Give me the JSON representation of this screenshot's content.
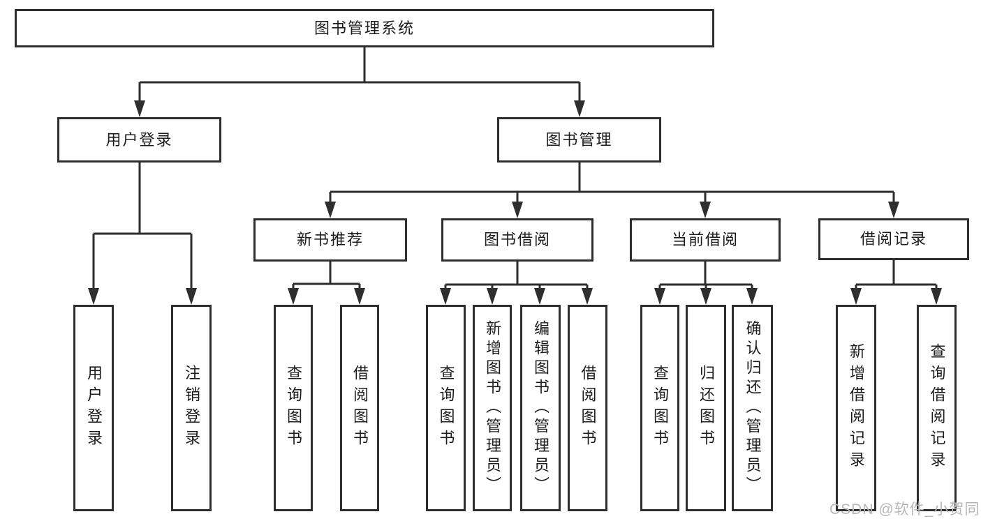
{
  "diagram": {
    "title": "图书管理系统",
    "watermark": "CSDN @软件_小贺同学",
    "colors": {
      "line": "#2e2e2e",
      "text": "#1c1c1c",
      "watermark": "#b7b7b7",
      "background": "#ffffff"
    }
  },
  "nodes": {
    "root": {
      "label": "图书管理系统"
    },
    "user_login": {
      "label": "用户登录"
    },
    "book_management": {
      "label": "图书管理"
    },
    "new_book_recommend": {
      "label": "新书推荐"
    },
    "book_borrow": {
      "label": "图书借阅"
    },
    "current_borrow": {
      "label": "当前借阅"
    },
    "borrow_record": {
      "label": "借阅记录"
    },
    "leaf_user_login": {
      "label": "用户登录"
    },
    "leaf_logout": {
      "label": "注销登录"
    },
    "leaf_query_book_recommend": {
      "label": "查询图书"
    },
    "leaf_borrow_book_recommend": {
      "label": "借阅图书"
    },
    "leaf_query_book_borrow": {
      "label": "查询图书"
    },
    "leaf_add_book": {
      "label": "新增图书（管理员）"
    },
    "leaf_edit_book": {
      "label": "编辑图书（管理员）"
    },
    "leaf_borrow_book_borrow": {
      "label": "借阅图书"
    },
    "leaf_query_book_current": {
      "label": "查询图书"
    },
    "leaf_return_book": {
      "label": "归还图书"
    },
    "leaf_confirm_return": {
      "label": "确认归还（管理员）"
    },
    "leaf_add_borrow_record": {
      "label": "新增借阅记录"
    },
    "leaf_query_borrow_record": {
      "label": "查询借阅记录"
    }
  }
}
